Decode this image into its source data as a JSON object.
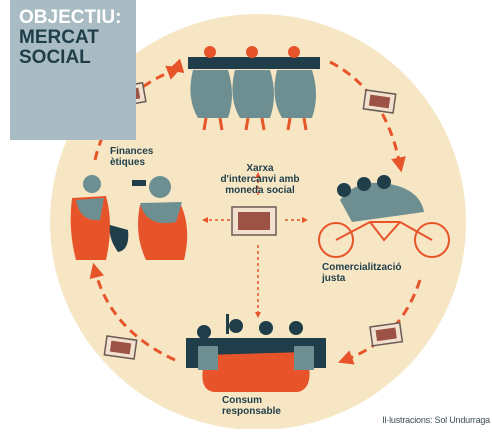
{
  "title": {
    "line1": "OBJECTIU:",
    "line2": "MERCAT",
    "line3": "SOCIAL"
  },
  "nodes": {
    "finances": {
      "line1": "Finances",
      "line2": "ètiques"
    },
    "xarxa": {
      "line1": "Xarxa",
      "line2": "d'intercanvi amb",
      "line3": "moneda social"
    },
    "comercialitzacio": {
      "line1": "Comercialització",
      "line2": "justa"
    },
    "consum": {
      "line1": "Consum",
      "line2": "responsable"
    }
  },
  "credit": "Il·lustracions: Sol Undurraga",
  "colors": {
    "circle_fill": "#f6e6c4",
    "title_box": "#a9bcc3",
    "accent_orange": "#e8542a",
    "figure_teal": "#6e8f92",
    "text_dark": "#1f3e4a"
  }
}
